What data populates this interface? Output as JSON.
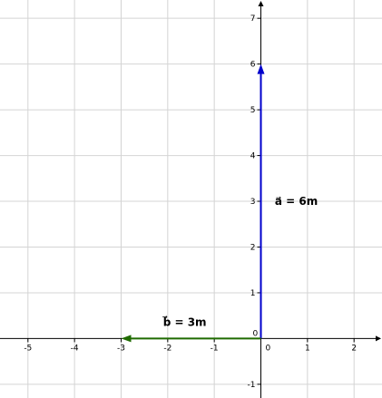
{
  "graph": {
    "x_range": [
      -5.6,
      2.6
    ],
    "y_range": [
      -1.3,
      7.4
    ],
    "x_ticks": [
      -5,
      -4,
      -3,
      -2,
      -1,
      1,
      2
    ],
    "y_ticks": [
      -1,
      1,
      2,
      3,
      4,
      5,
      6,
      7
    ],
    "origin_label": "0",
    "y_zero_label": "0",
    "grid": true
  },
  "colors": {
    "vector_a": "#0000cc",
    "vector_b": "#1f6b00",
    "grid": "#d4d4d4",
    "axis": "#000000"
  },
  "vectors": {
    "a": {
      "label": "a⃗ = 6m",
      "start": [
        0,
        0
      ],
      "end": [
        0,
        6
      ],
      "label_at": [
        0.3,
        3
      ]
    },
    "b": {
      "label": "b⃗ = 3m",
      "start": [
        0,
        0
      ],
      "end": [
        -3,
        0
      ],
      "label_at": [
        -2.1,
        0.35
      ]
    }
  }
}
